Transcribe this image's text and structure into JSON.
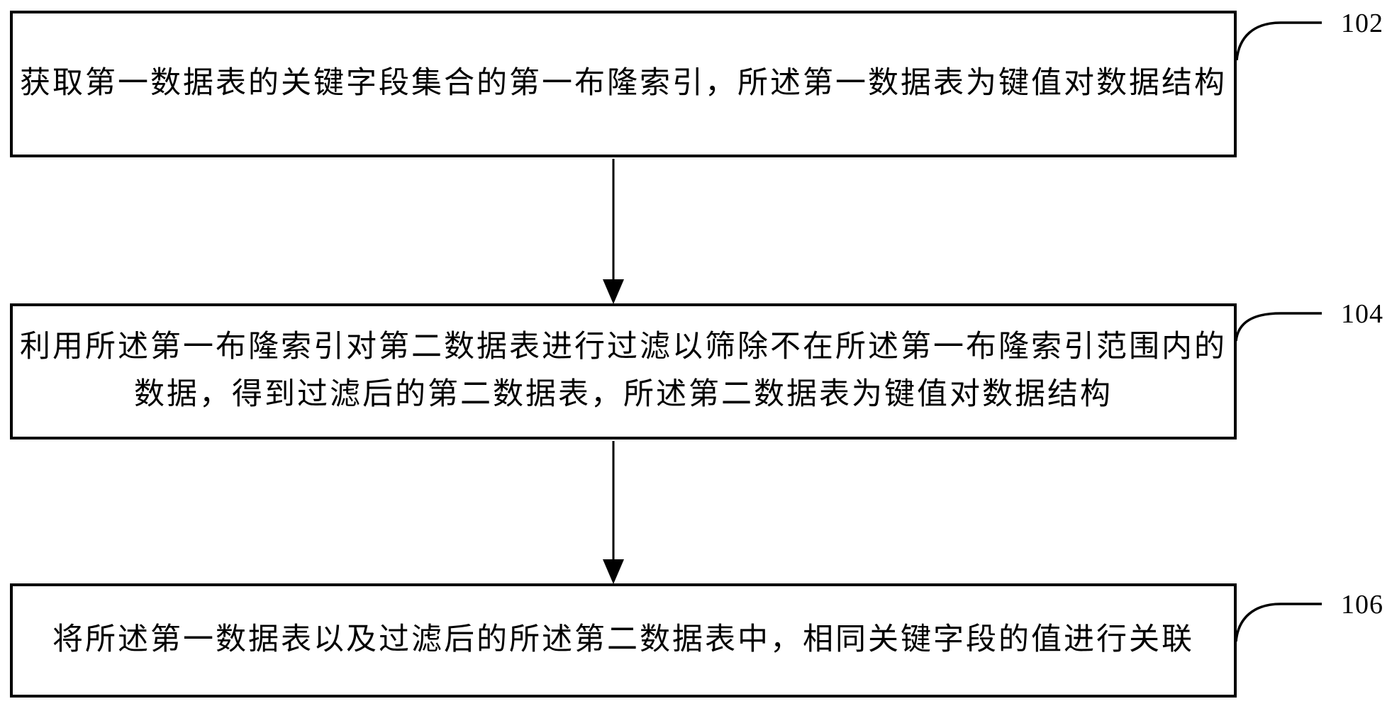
{
  "figure": {
    "type": "flowchart",
    "background_color": "#ffffff",
    "line_color": "#000000",
    "steps": [
      {
        "id": "102",
        "text": "获取第一数据表的关键字段集合的第一布隆索引，所述第一数据表为键值对数据结构"
      },
      {
        "id": "104",
        "text": "利用所述第一布隆索引对第二数据表进行过滤以筛除不在所述第一布隆索引范围内的数据，得到过滤后的第二数据表，所述第二数据表为键值对数据结构"
      },
      {
        "id": "106",
        "text": "将所述第一数据表以及过滤后的所述第二数据表中，相同关键字段的值进行关联"
      }
    ]
  }
}
